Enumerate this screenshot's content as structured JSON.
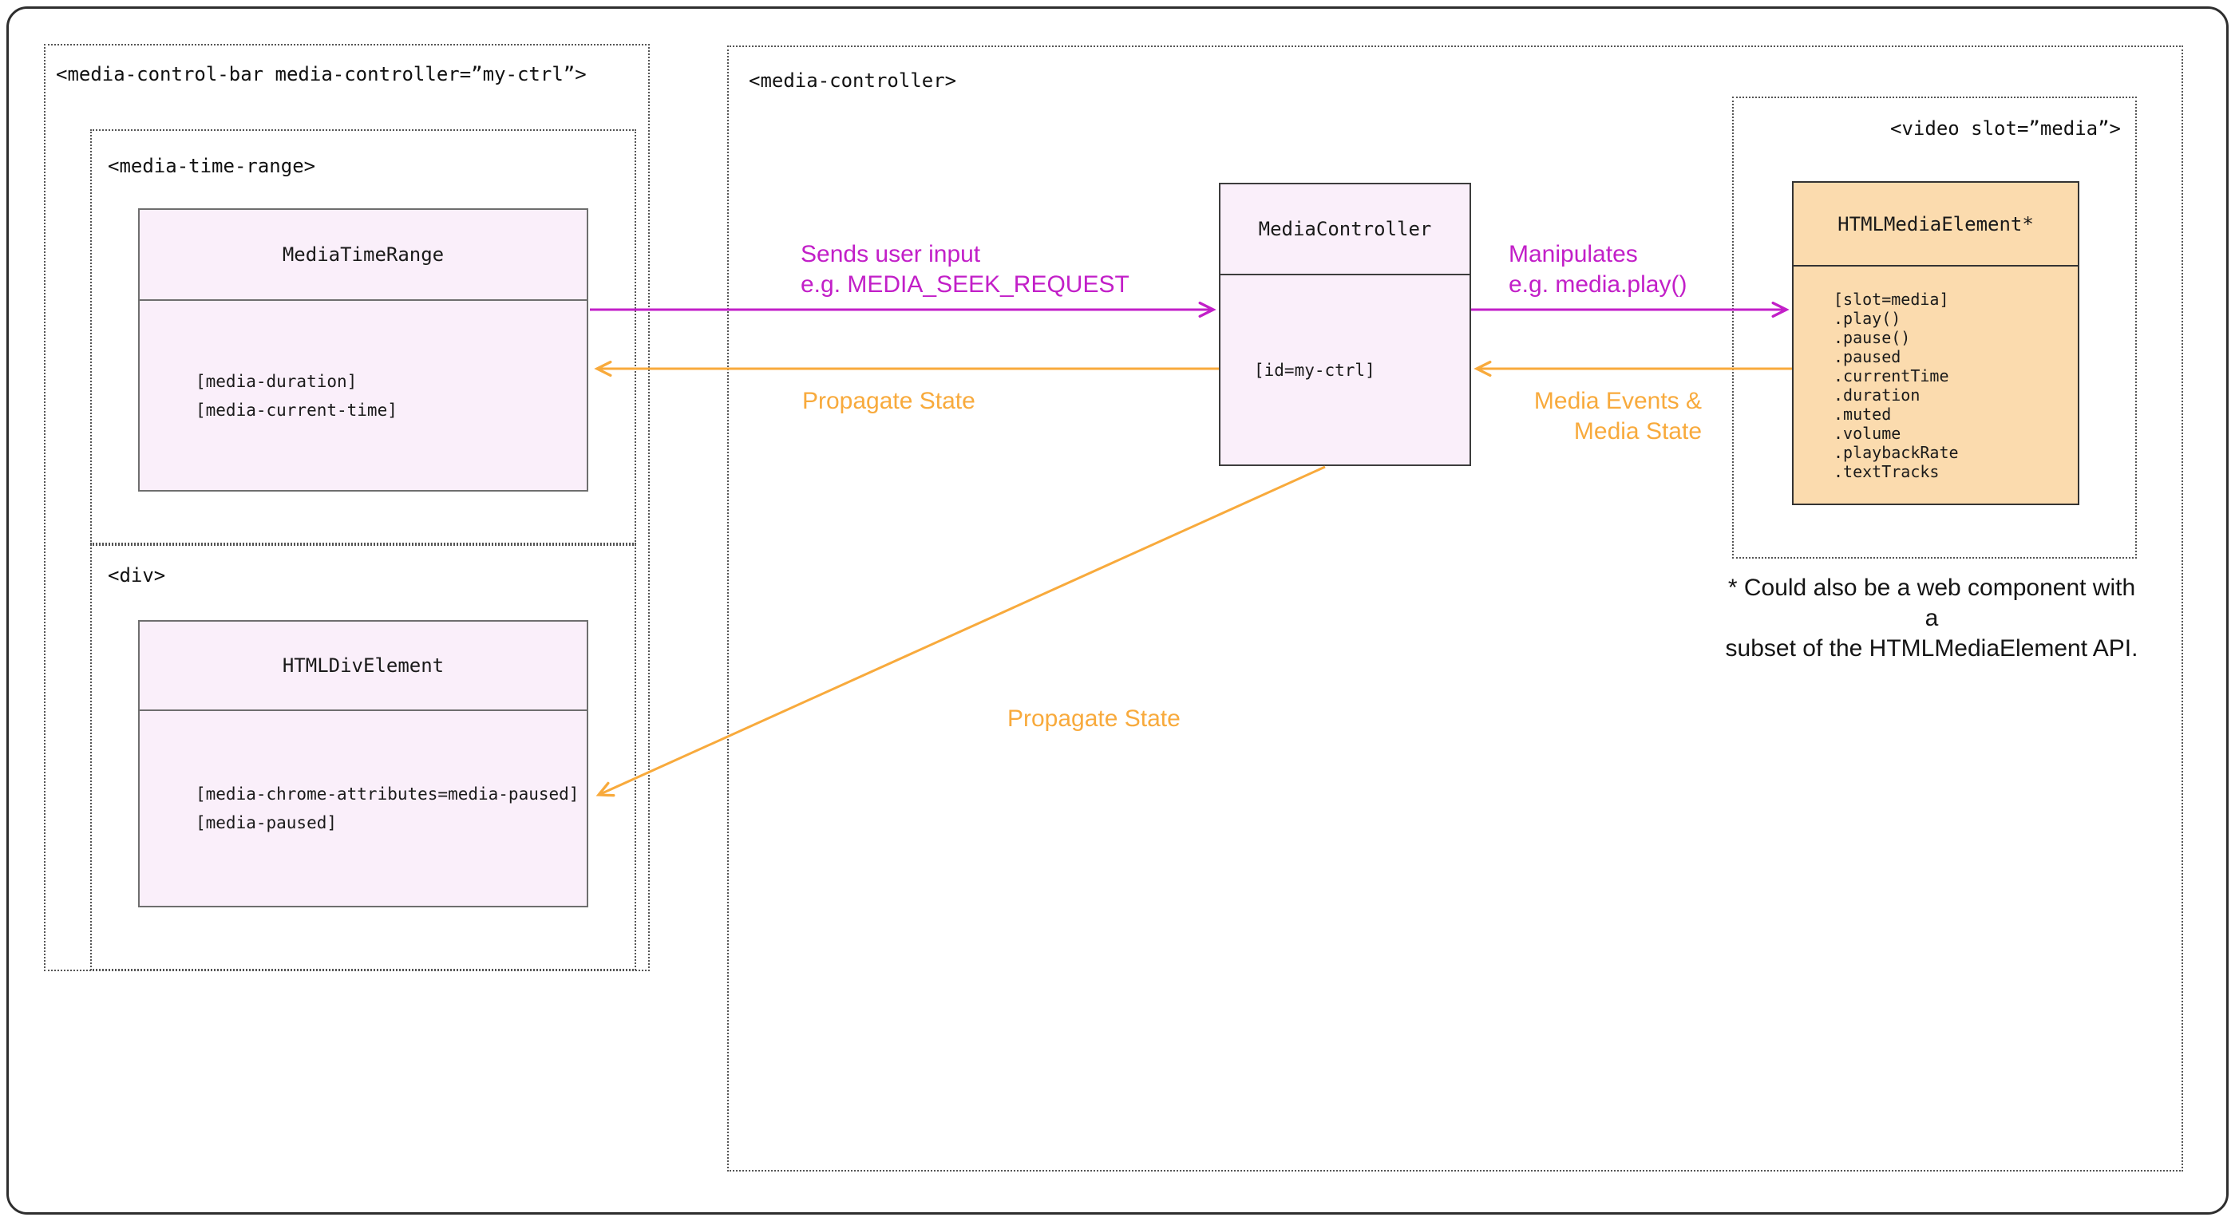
{
  "colors": {
    "magenta_arrow": "#C21FC8",
    "orange_arrow": "#F8AA3C",
    "component_fill": "#FAEFFA",
    "media_element_fill": "#FBDBAE",
    "dotted_border": "#555555",
    "text": "#1a1a1a"
  },
  "groups": {
    "control_bar": {
      "label": "<media-control-bar media-controller=”my-ctrl”>"
    },
    "time_range": {
      "label": "<media-time-range>"
    },
    "div": {
      "label": "<div>"
    },
    "controller": {
      "label": "<media-controller>"
    },
    "video": {
      "label": "<video slot=”media”>"
    }
  },
  "classes": {
    "media_time_range": {
      "title": "MediaTimeRange",
      "members": [
        "[media-duration]",
        "[media-current-time]"
      ]
    },
    "html_div_element": {
      "title": "HTMLDivElement",
      "members": [
        "[media-chrome-attributes=media-paused]",
        "[media-paused]"
      ]
    },
    "media_controller": {
      "title": "MediaController",
      "members": [
        "[id=my-ctrl]"
      ]
    },
    "html_media_element": {
      "title": "HTMLMediaElement*",
      "members": [
        "[slot=media]",
        ".play()",
        ".pause()",
        ".paused",
        ".currentTime",
        ".duration",
        ".muted",
        ".volume",
        ".playbackRate",
        ".textTracks"
      ]
    }
  },
  "arrows": {
    "sends_user_input": {
      "label": [
        "Sends user input",
        "e.g. MEDIA_SEEK_REQUEST"
      ]
    },
    "propagate_state_left": {
      "label": "Propagate State"
    },
    "manipulates": {
      "label": [
        "Manipulates",
        " e.g. media.play()"
      ]
    },
    "media_events": {
      "label": [
        "Media Events &",
        "Media State"
      ]
    },
    "propagate_state_diagonal": {
      "label": "Propagate State"
    }
  },
  "note": {
    "text": [
      "* Could also be a web component with a",
      "subset of the HTMLMediaElement API."
    ]
  }
}
